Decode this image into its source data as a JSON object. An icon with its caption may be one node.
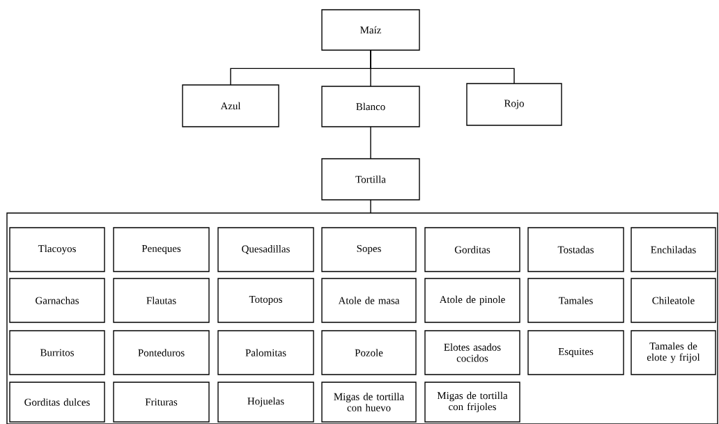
{
  "diagram": {
    "nodes": [
      {
        "text": [
          "Maíz"
        ]
      },
      {
        "text": [
          "Azul"
        ]
      },
      {
        "text": [
          "Blanco"
        ]
      },
      {
        "text": [
          "Rojo"
        ]
      },
      {
        "text": [
          "Tortilla"
        ]
      },
      {
        "text": [],
        "shape": "box"
      },
      {
        "text": [
          "Tlacoyos"
        ],
        "in": 5
      },
      {
        "text": [
          "Peneques"
        ],
        "in": 5
      },
      {
        "text": [
          "Quesadillas"
        ],
        "in": 5
      },
      {
        "text": [
          "Sopes"
        ],
        "in": 5
      },
      {
        "text": [
          "Gorditas"
        ],
        "in": 5
      },
      {
        "text": [
          "Tostadas"
        ],
        "in": 5
      },
      {
        "text": [
          "Enchiladas"
        ],
        "in": 5
      },
      {
        "text": [
          "Garnachas"
        ],
        "in": 5
      },
      {
        "text": [
          "Flautas"
        ],
        "in": 5
      },
      {
        "text": [
          "Totopos"
        ],
        "in": 5
      },
      {
        "text": [
          "Atole de masa"
        ],
        "in": 5
      },
      {
        "text": [
          "Atole de pinole"
        ],
        "in": 5
      },
      {
        "text": [
          "Tamales"
        ],
        "in": 5
      },
      {
        "text": [
          "Chileatole"
        ],
        "in": 5
      },
      {
        "text": [
          "Burritos"
        ],
        "in": 5
      },
      {
        "text": [
          "Ponteduros"
        ],
        "in": 5
      },
      {
        "text": [
          "Palomitas"
        ],
        "in": 5
      },
      {
        "text": [
          "Pozole"
        ],
        "in": 5
      },
      {
        "text": [
          "Elotes asados cocidos"
        ],
        "in": 5
      },
      {
        "text": [
          "Esquites"
        ],
        "in": 5
      },
      {
        "text": [
          "Tamales de elote y frijol"
        ],
        "in": 5
      },
      {
        "text": [
          "Gorditas dulces"
        ],
        "in": 5
      },
      {
        "text": [
          "Frituras"
        ],
        "in": 5
      },
      {
        "text": [
          "Hojuelas"
        ],
        "in": 5
      },
      {
        "text": [
          "Migas de tortilla con huevo"
        ],
        "in": 5
      },
      {
        "text": [
          "Migas de tortilla con frijoles"
        ],
        "in": 5
      }
    ],
    "edges": [
      {
        "from": 0,
        "to": 1,
        "arrow": "none"
      },
      {
        "from": 0,
        "to": 2,
        "arrow": "none"
      },
      {
        "from": 0,
        "to": 3,
        "arrow": "none"
      },
      {
        "from": 2,
        "to": 4,
        "arrow": "none"
      },
      {
        "from": 4,
        "to": 5,
        "arrow": "none"
      }
    ]
  }
}
